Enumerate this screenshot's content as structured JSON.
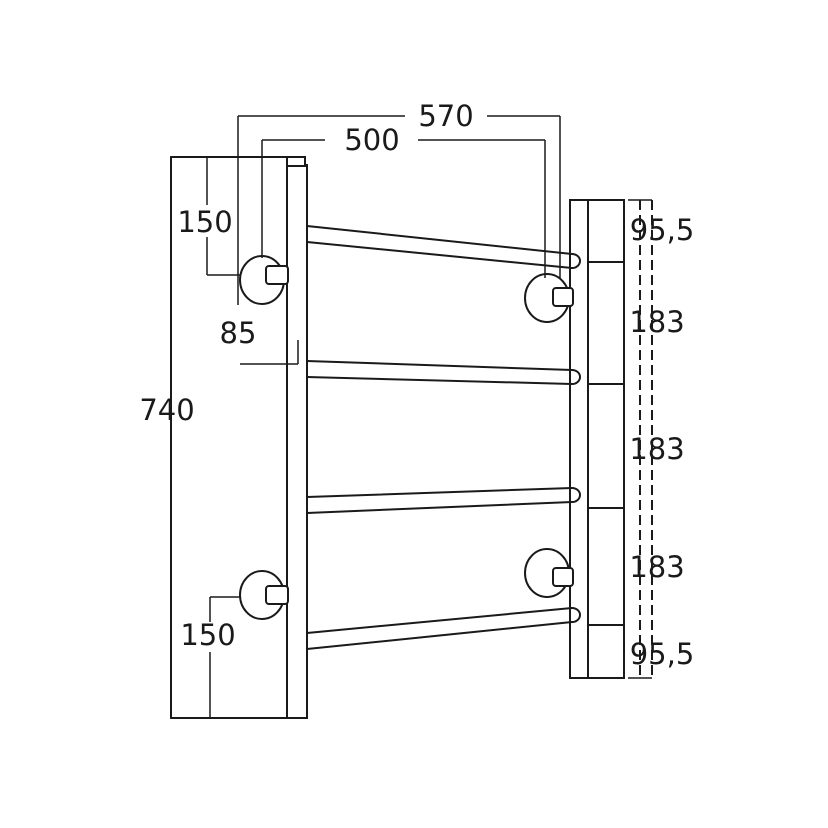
{
  "dimensions": {
    "overall_width": "570",
    "inner_width": "500",
    "overall_height": "740",
    "top_offset": "150",
    "bottom_offset": "150",
    "bar_offset": "85",
    "right_top": "95,5",
    "right_gap_1": "183",
    "right_gap_2": "183",
    "right_gap_3": "183",
    "right_bottom": "95,5"
  }
}
